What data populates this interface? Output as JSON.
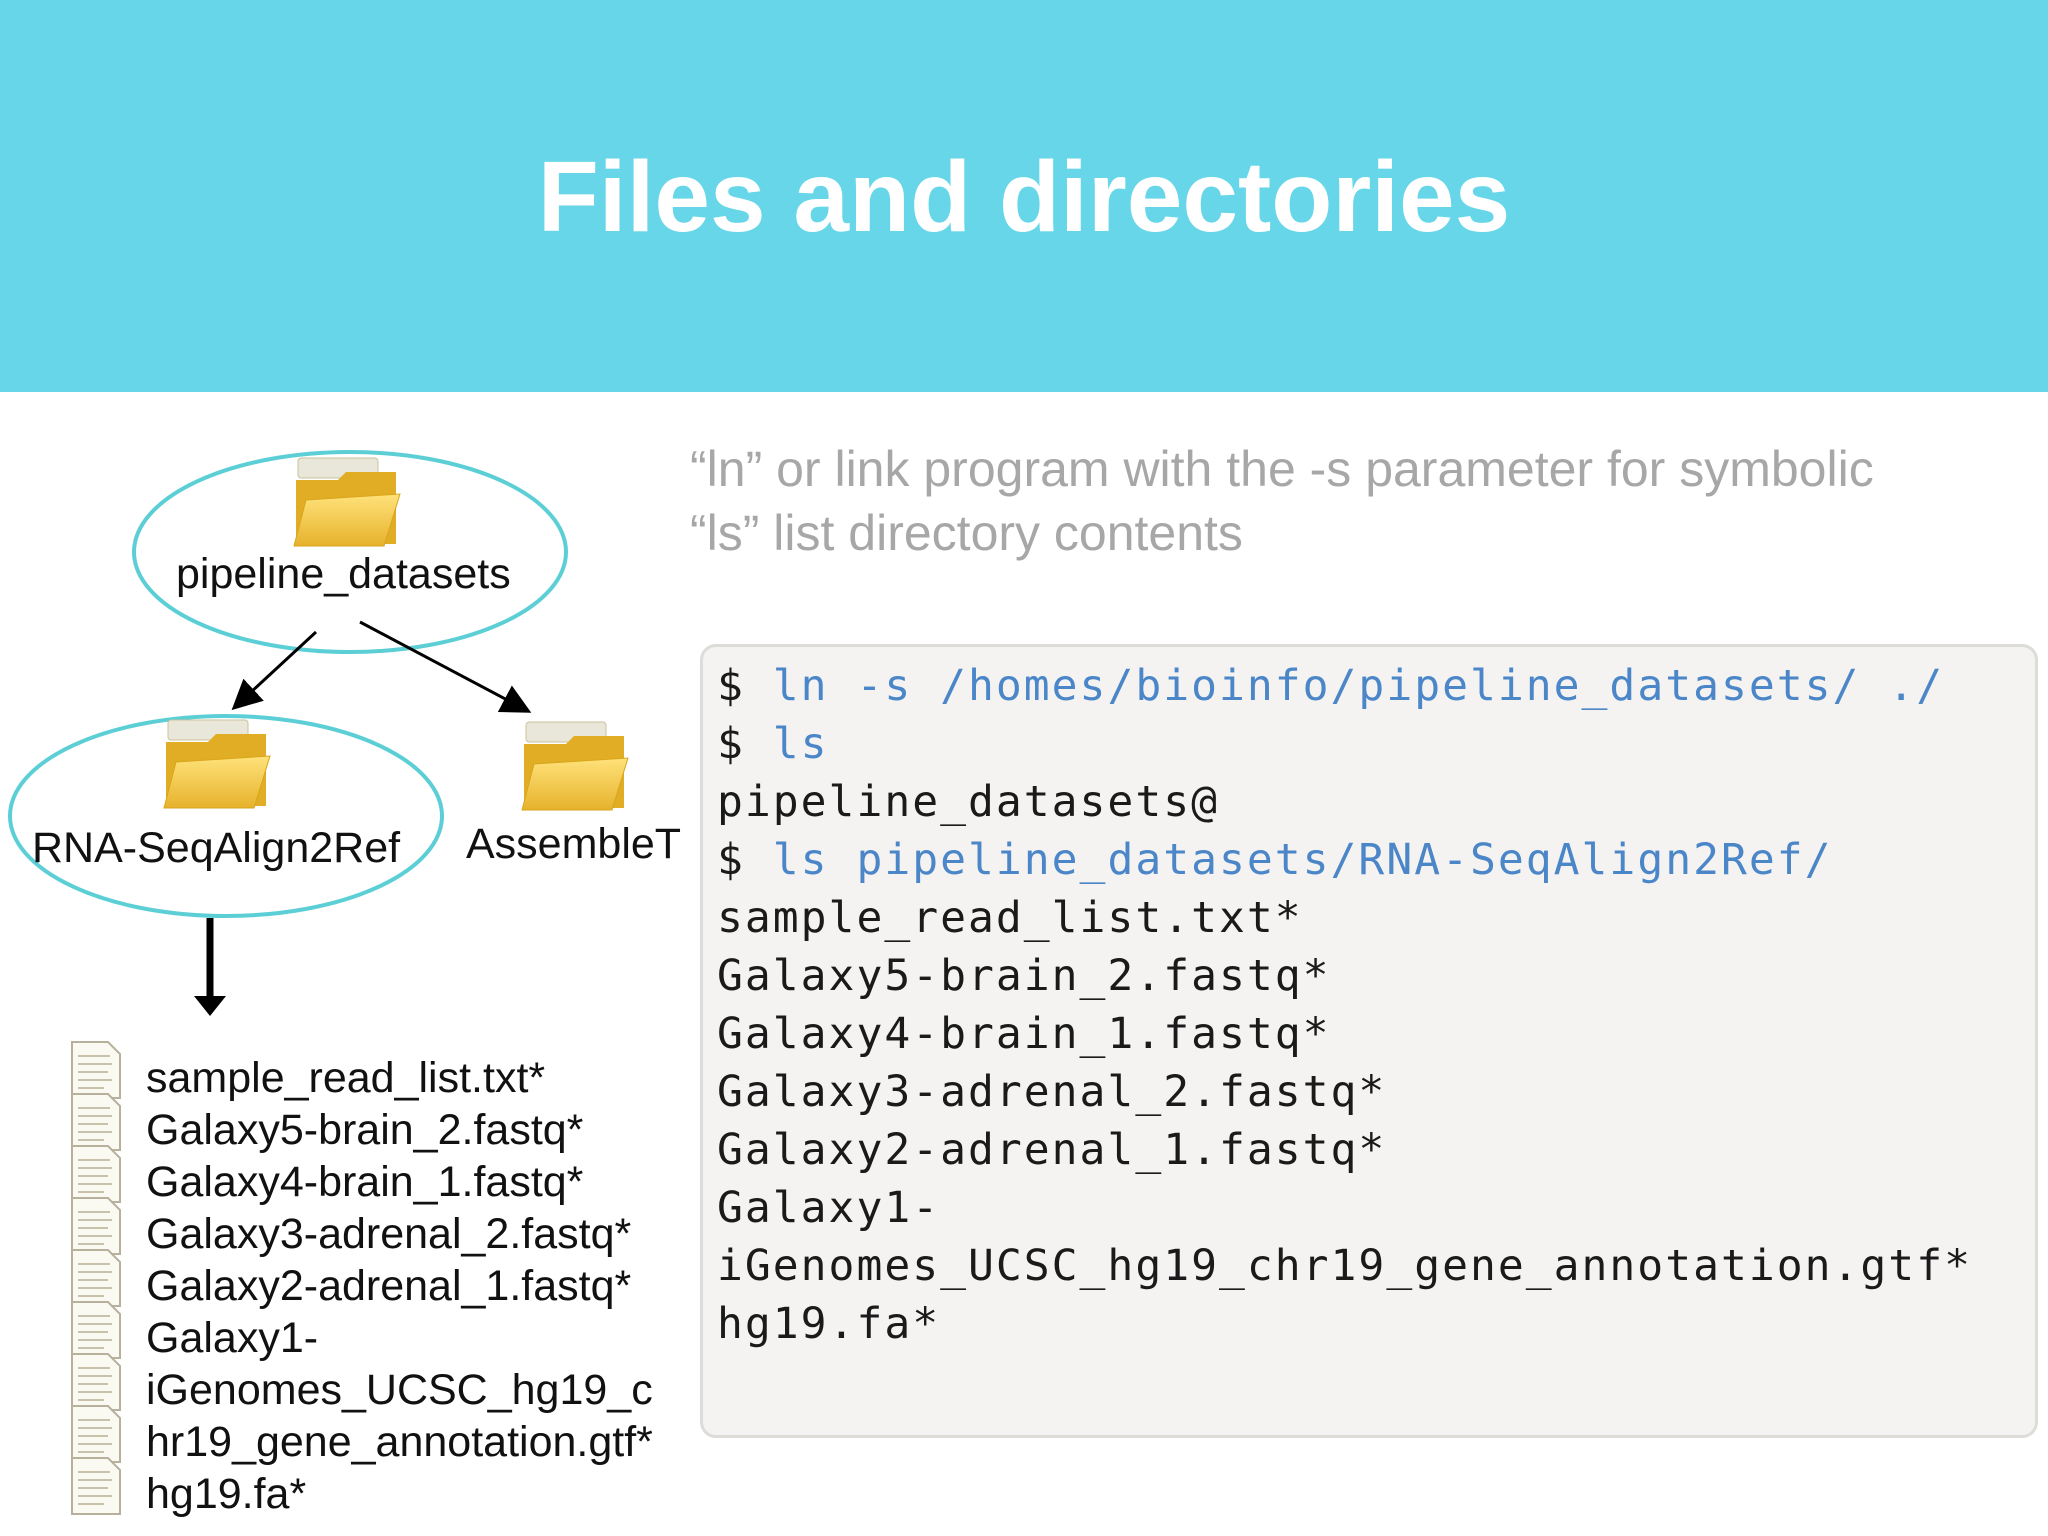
{
  "title": "Files and directories",
  "description": [
    "“ln” or link program with the -s parameter for symbolic",
    "“ls” list directory contents"
  ],
  "tree": {
    "root": "pipeline_datasets",
    "children": [
      "RNA-SeqAlign2Ref",
      "AssembleT"
    ],
    "files": [
      "sample_read_list.txt*",
      "Galaxy5-brain_2.fastq*",
      "Galaxy4-brain_1.fastq*",
      "Galaxy3-adrenal_2.fastq*",
      "Galaxy2-adrenal_1.fastq*",
      "Galaxy1-",
      "iGenomes_UCSC_hg19_c",
      "hr19_gene_annotation.gtf*",
      "hg19.fa*"
    ]
  },
  "terminal": {
    "lines": [
      {
        "prompt": "$ ",
        "command": "ln -s /homes/bioinfo/pipeline_datasets/ ./"
      },
      {
        "prompt": "$ ",
        "command": "ls"
      },
      {
        "text": "pipeline_datasets@"
      },
      {
        "prompt": "$ ",
        "command": "ls pipeline_datasets/RNA-SeqAlign2Ref/"
      },
      {
        "text": "sample_read_list.txt*"
      },
      {
        "text": "Galaxy5-brain_2.fastq*"
      },
      {
        "text": "Galaxy4-brain_1.fastq*"
      },
      {
        "text": "Galaxy3-adrenal_2.fastq*"
      },
      {
        "text": "Galaxy2-adrenal_1.fastq*"
      },
      {
        "text": "Galaxy1-"
      },
      {
        "text": "iGenomes_UCSC_hg19_chr19_gene_annotation.gtf*"
      },
      {
        "text": "hg19.fa*"
      }
    ]
  },
  "colors": {
    "header": "#66d6e8",
    "ellipse": "#5ccfd6",
    "command": "#4a86c8",
    "description": "#a7a7a7",
    "folder": "#f5c842"
  }
}
